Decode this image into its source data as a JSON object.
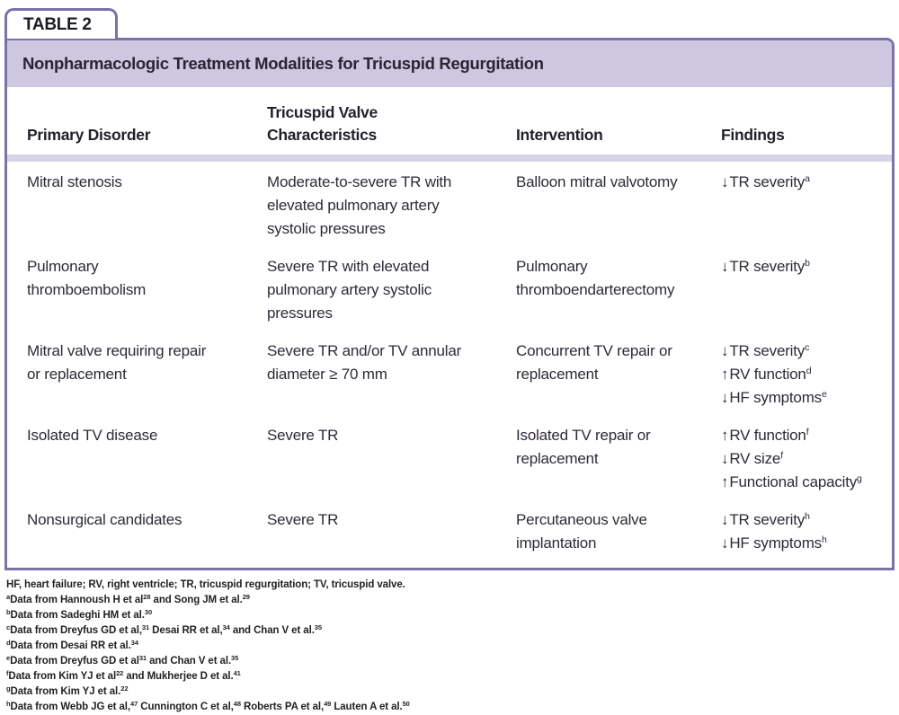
{
  "colors": {
    "border_purple": "#7b72a7",
    "title_band": "#cdc8e0",
    "header_stripe": "#d8d4e8",
    "text": "#2f2a36"
  },
  "tab_label": "TABLE 2",
  "title": "Nonpharmacologic Treatment Modalities for Tricuspid Regurgitation",
  "columns": [
    "Primary Disorder",
    "Tricuspid Valve\nCharacteristics",
    "Intervention",
    "Findings"
  ],
  "rows": [
    {
      "disorder": "Mitral stenosis",
      "characteristics": "Moderate-to-severe TR with\nelevated pulmonary artery\nsystolic pressures",
      "intervention": "Balloon mitral valvotomy",
      "findings": [
        {
          "arrow": "↓",
          "text": "TR severity",
          "sup": "a"
        }
      ]
    },
    {
      "disorder": "Pulmonary\nthromboembolism",
      "characteristics": "Severe TR with elevated\npulmonary artery systolic\npressures",
      "intervention": "Pulmonary\nthromboendarterectomy",
      "findings": [
        {
          "arrow": "↓",
          "text": "TR severity",
          "sup": "b"
        }
      ]
    },
    {
      "disorder": "Mitral valve requiring repair\nor replacement",
      "characteristics": "Severe TR and/or TV annular\ndiameter ≥ 70 mm",
      "intervention": "Concurrent TV repair or\nreplacement",
      "findings": [
        {
          "arrow": "↓",
          "text": "TR severity",
          "sup": "c"
        },
        {
          "arrow": "↑",
          "text": "RV function",
          "sup": "d"
        },
        {
          "arrow": "↓",
          "text": "HF symptoms",
          "sup": "e"
        }
      ]
    },
    {
      "disorder": "Isolated TV disease",
      "characteristics": "Severe TR",
      "intervention": "Isolated TV repair or\nreplacement",
      "findings": [
        {
          "arrow": "↑",
          "text": "RV function",
          "sup": "f"
        },
        {
          "arrow": "↓",
          "text": "RV size",
          "sup": "f"
        },
        {
          "arrow": "↑",
          "text": "Functional capacity",
          "sup": "g"
        }
      ]
    },
    {
      "disorder": "Nonsurgical candidates",
      "characteristics": "Severe TR",
      "intervention": "Percutaneous valve\nimplantation",
      "findings": [
        {
          "arrow": "↓",
          "text": "TR severity",
          "sup": "h"
        },
        {
          "arrow": "↓",
          "text": "HF symptoms",
          "sup": "h"
        }
      ]
    }
  ],
  "footnotes": [
    [
      {
        "t": "HF, heart failure; RV, right ventricle; TR, tricuspid regurgitation; TV, tricuspid valve."
      }
    ],
    [
      {
        "s": "a"
      },
      {
        "t": "Data from Hannoush H et al"
      },
      {
        "s": "28"
      },
      {
        "t": " and Song JM et al."
      },
      {
        "s": "29"
      }
    ],
    [
      {
        "s": "b"
      },
      {
        "t": "Data from Sadeghi HM et al."
      },
      {
        "s": "30"
      }
    ],
    [
      {
        "s": "c"
      },
      {
        "t": "Data from Dreyfus GD et al,"
      },
      {
        "s": "31"
      },
      {
        "t": " Desai RR et al,"
      },
      {
        "s": "34"
      },
      {
        "t": " and Chan V et al."
      },
      {
        "s": "35"
      }
    ],
    [
      {
        "s": "d"
      },
      {
        "t": "Data from Desai RR et al."
      },
      {
        "s": "34"
      }
    ],
    [
      {
        "s": "e"
      },
      {
        "t": "Data from Dreyfus GD et al"
      },
      {
        "s": "31"
      },
      {
        "t": " and Chan V et al."
      },
      {
        "s": "35"
      }
    ],
    [
      {
        "s": "f"
      },
      {
        "t": "Data from Kim YJ et al"
      },
      {
        "s": "22"
      },
      {
        "t": " and Mukherjee D et al."
      },
      {
        "s": "41"
      }
    ],
    [
      {
        "s": "g"
      },
      {
        "t": "Data from Kim YJ et al."
      },
      {
        "s": "22"
      }
    ],
    [
      {
        "s": "h"
      },
      {
        "t": "Data from Webb JG et al,"
      },
      {
        "s": "47"
      },
      {
        "t": " Cunnington C et al,"
      },
      {
        "s": "48"
      },
      {
        "t": " Roberts PA et al,"
      },
      {
        "s": "49"
      },
      {
        "t": " Lauten A et al."
      },
      {
        "s": "50"
      }
    ]
  ]
}
